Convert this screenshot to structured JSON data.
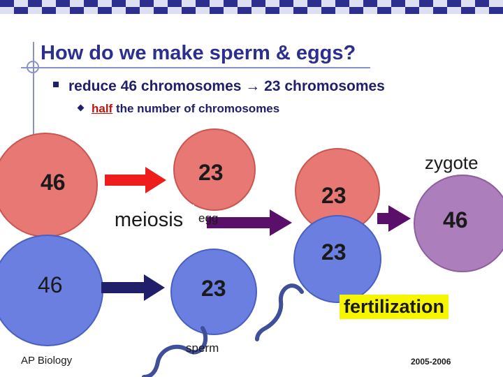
{
  "slide": {
    "title": "How do we make sperm & eggs?",
    "bullet1_prefix": "reduce 46 chromosomes",
    "bullet1_arrow": "→",
    "bullet1_suffix": "23 chromosomes",
    "bullet2_accent": "half",
    "bullet2_rest": " the number of chromosomes"
  },
  "diagram": {
    "parent_cell_top": "46",
    "parent_cell_bottom": "46",
    "egg_cell": "23",
    "sperm_cell": "23",
    "fertilizing_egg": "23",
    "fertilizing_sperm": "23",
    "zygote_cell": "46",
    "meiosis_label": "meiosis",
    "egg_label": "egg",
    "sperm_label": "sperm",
    "zygote_label": "zygote",
    "fertilization_label": "fertilization"
  },
  "footer": {
    "course": "AP Biology",
    "years": "2005-2006"
  },
  "colors": {
    "title": "#2d2f8e",
    "egg_cell": "#e87874",
    "sperm_cell": "#6a7fe0",
    "zygote_cell": "#ad7ebc",
    "arrow_red": "#ee1c1c",
    "arrow_navy": "#1f2069",
    "arrow_purple": "#5a0f6a",
    "sperm_tail": "#3f4f9a",
    "highlight": "#f6f600"
  }
}
